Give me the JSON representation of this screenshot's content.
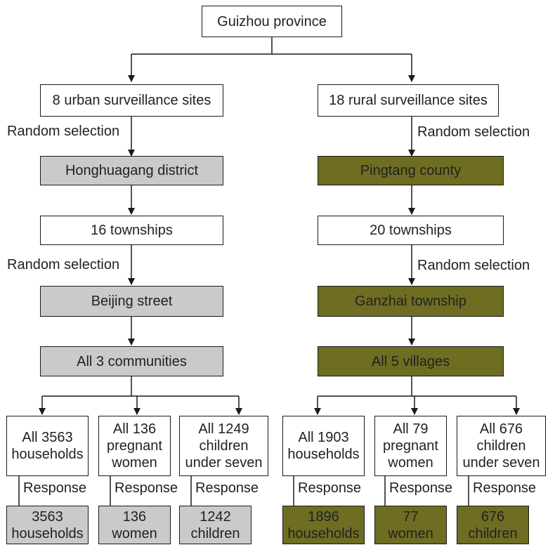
{
  "top": "Guizhou province",
  "urban": {
    "sites": "8 urban surveillance sites",
    "selection1": "Random selection",
    "district": "Honghuagang district",
    "townships": "16 townships",
    "selection2": "Random selection",
    "street": "Beijing street",
    "communities": "All 3 communities",
    "groups": [
      {
        "label": "All 3563\nhouseholds",
        "response": "Response",
        "result": "3563\nhouseholds"
      },
      {
        "label": "All 136\npregnant\nwomen",
        "response": "Response",
        "result": "136\nwomen"
      },
      {
        "label": "All 1249\nchildren\nunder seven",
        "response": "Response",
        "result": "1242\nchildren"
      }
    ]
  },
  "rural": {
    "sites": "18 rural surveillance sites",
    "selection1": "Random selection",
    "county": "Pingtang county",
    "townships": "20 townships",
    "selection2": "Random selection",
    "township": "Ganzhai township",
    "villages": "All 5 villages",
    "groups": [
      {
        "label": "All 1903\nhouseholds",
        "response": "Response",
        "result": "1896\nhouseholds"
      },
      {
        "label": "All 79\npregnant\nwomen",
        "response": "Response",
        "result": "77\nwomen"
      },
      {
        "label": "All 676\nchildren\nunder seven",
        "response": "Response",
        "result": "676\nchildren"
      }
    ]
  },
  "colors": {
    "urban_fill": "#cacaca",
    "rural_fill": "#6e6d22",
    "line": "#1a1a1a"
  }
}
